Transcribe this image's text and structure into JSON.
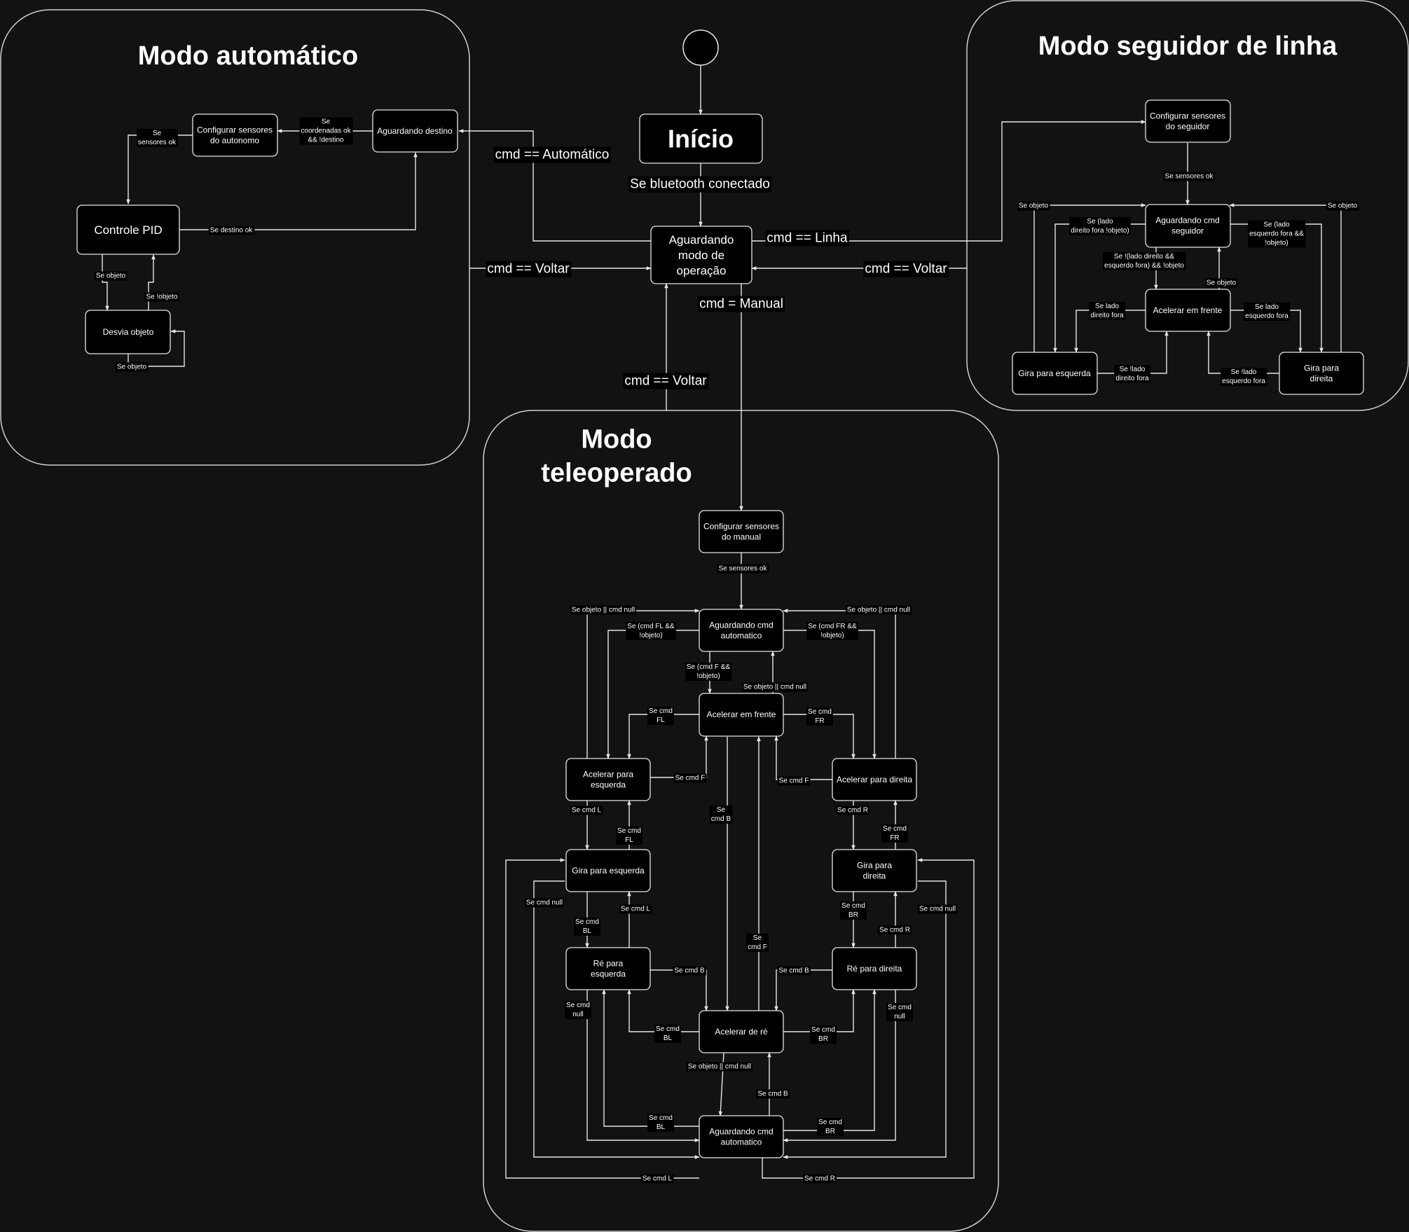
{
  "colors": {
    "background": "#121212",
    "stroke": "#e6e6e6",
    "node_fill": "#000000",
    "text": "#ffffff"
  },
  "regions": {
    "auto": {
      "title": "Modo automático"
    },
    "seguidor": {
      "title": "Modo seguidor de linha"
    },
    "tele": {
      "title": [
        "Modo",
        "teleoperado"
      ]
    }
  },
  "nodes": {
    "inicio": "Início",
    "aguardando_modo": [
      "Aguardando",
      "modo de",
      "operação"
    ],
    "auto_aguardando_destino": "Aguardando destino",
    "auto_config_sensores": [
      "Configurar sensores",
      "do autonomo"
    ],
    "auto_controle_pid": "Controle PID",
    "auto_desvia_objeto": "Desvia objeto",
    "seg_config_sensores": [
      "Configurar sensores",
      "do seguidor"
    ],
    "seg_aguardando_cmd": [
      "Aguardando cmd",
      "seguidor"
    ],
    "seg_acelerar_frente": "Acelerar em frente",
    "seg_gira_esquerda": "Gira para esquerda",
    "seg_gira_direita": [
      "Gira para",
      "direita"
    ],
    "tel_config_sensores": [
      "Configurar sensores",
      "do manual"
    ],
    "tel_aguardando_cmd_top": [
      "Aguardando cmd",
      "automatico"
    ],
    "tel_acelerar_frente": "Acelerar em frente",
    "tel_acelerar_esquerda": [
      "Acelerar para",
      "esquerda"
    ],
    "tel_acelerar_direita": "Acelerar para direita",
    "tel_gira_esquerda": "Gira para esquerda",
    "tel_gira_direita": [
      "Gira para",
      "direita"
    ],
    "tel_re_esquerda": [
      "Ré para",
      "esquerda"
    ],
    "tel_re_direita": "Ré para direita",
    "tel_acelerar_re": "Acelerar de ré",
    "tel_aguardando_cmd_bottom": [
      "Aguardando cmd",
      "automatico"
    ]
  },
  "labels": {
    "bluetooth": "Se bluetooth conectado",
    "cmd_automatico": "cmd == Automático",
    "cmd_linha": "cmd == Linha",
    "cmd_voltar_left": "cmd == Voltar",
    "cmd_voltar_right": "cmd == Voltar",
    "cmd_manual": "cmd = Manual",
    "cmd_voltar_bottom": "cmd == Voltar",
    "auto_coordenadas": [
      "Se",
      "coordenadas ok",
      "&& !destino"
    ],
    "auto_sensores_ok": [
      "Se",
      "sensores ok"
    ],
    "auto_destino_ok": "Se destino ok",
    "auto_se_objeto": "Se objeto",
    "auto_se_nao_objeto": "Se !objeto",
    "auto_self_objeto": "Se objeto",
    "seg_sensores_ok": "Se sensores ok",
    "seg_se_objeto_left": "Se objeto",
    "seg_se_objeto_right": "Se objeto",
    "seg_direito_fora": [
      "Se (lado",
      "direito fora !objeto)"
    ],
    "seg_esquerdo_fora": [
      "Se (lado",
      "esquerdo fora &&",
      "!objeto)"
    ],
    "seg_nao_fora": [
      "Se !(lado direito &&",
      "esquerdo fora) && !objeto"
    ],
    "seg_se_objeto_mid": "Se objeto",
    "seg_lado_direito_fora": [
      "Se lado",
      "direito fora"
    ],
    "seg_lado_esquerdo_fora": [
      "Se lado",
      "esquerdo fora"
    ],
    "seg_nao_direito_fora": [
      "Se !lado",
      "direito fora"
    ],
    "seg_nao_esquerdo_fora": [
      "Se !lado",
      "esquerdo fora"
    ],
    "tel_sensores_ok": "Se sensores ok",
    "tel_objeto_null_left": "Se objeto || cmd null",
    "tel_objeto_null_right": "Se objeto || cmd null",
    "tel_cmd_fl_obj": [
      "Se (cmd FL &&",
      "!objeto)"
    ],
    "tel_cmd_fr_obj": [
      "Se (cmd FR &&",
      "!objeto)"
    ],
    "tel_cmd_f_obj": [
      "Se (cmd F &&",
      "!objeto)"
    ],
    "tel_objeto_null_mid": "Se objeto || cmd null",
    "tel_cmd_fl": [
      "Se cmd",
      "FL"
    ],
    "tel_cmd_fr": [
      "Se cmd",
      "FR"
    ],
    "tel_cmd_f_left": "Se cmd F",
    "tel_cmd_f_right": "Se cmd F",
    "tel_cmd_b_center": [
      "Se",
      "cmd B"
    ],
    "tel_cmd_f_center": [
      "Se",
      "cmd F"
    ],
    "tel_cmd_l_down": "Se cmd L",
    "tel_cmd_fl_up": [
      "Se cmd",
      "FL"
    ],
    "tel_cmd_r_down": "Se cmd R",
    "tel_cmd_fr_up": [
      "Se cmd",
      "FR"
    ],
    "tel_cmd_null_left": "Se cmd null",
    "tel_cmd_null_right": "Se cmd null",
    "tel_cmd_bl_down": [
      "Se cmd",
      "BL"
    ],
    "tel_cmd_l_up": "Se cmd L",
    "tel_cmd_br_down": [
      "Se cmd",
      "BR"
    ],
    "tel_cmd_r_up": "Se cmd R",
    "tel_cmd_b_left": "Se cmd B",
    "tel_cmd_b_right": "Se cmd B",
    "tel_cmd_null_re_left": [
      "Se cmd",
      "null"
    ],
    "tel_cmd_null_re_right": [
      "Se cmd",
      "null"
    ],
    "tel_cmd_bl_re": [
      "Se cmd",
      "BL"
    ],
    "tel_cmd_br_re": [
      "Se cmd",
      "BR"
    ],
    "tel_objeto_null_bottom": "Se objeto || cmd null",
    "tel_cmd_b_bottom": "Se cmd B",
    "tel_cmd_bl_bottom": [
      "Se cmd",
      "BL"
    ],
    "tel_cmd_br_bottom": [
      "Se cmd",
      "BR"
    ],
    "tel_cmd_l_loop": "Se cmd L",
    "tel_cmd_r_loop": "Se cmd R"
  }
}
